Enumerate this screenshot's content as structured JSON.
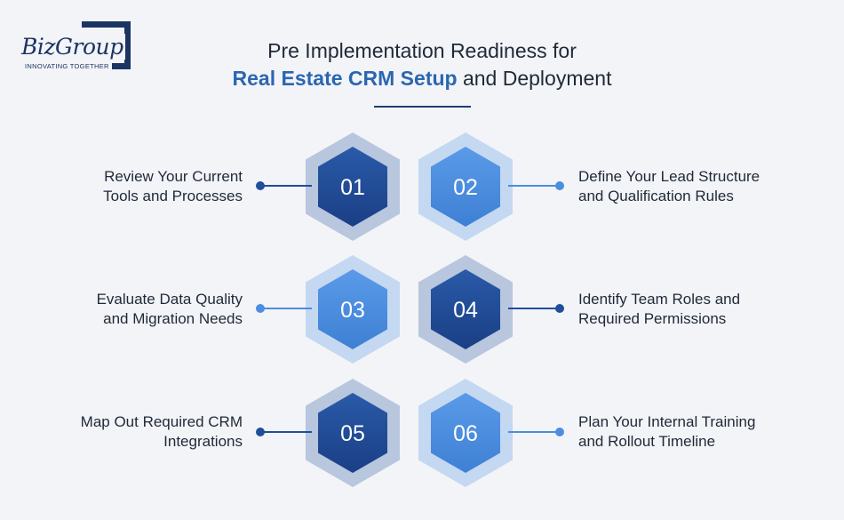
{
  "logo": {
    "wordmark": "BizGroup",
    "tagline": "INNOVATING TOGETHER"
  },
  "title": {
    "line1": "Pre Implementation Readiness for",
    "line2_highlight": "Real Estate CRM Setup",
    "line2_rest": " and Deployment"
  },
  "colors": {
    "dark_blue": "#1f4e9a",
    "light_blue": "#4a8ee0",
    "title_accent": "#2b66b1",
    "text": "#1f2937"
  },
  "steps": [
    {
      "number": "01",
      "shade": "dark",
      "side": "left",
      "line1": "Review Your Current",
      "line2": "Tools and Processes"
    },
    {
      "number": "02",
      "shade": "light",
      "side": "right",
      "line1": "Define Your Lead Structure",
      "line2": "and Qualification Rules"
    },
    {
      "number": "03",
      "shade": "light",
      "side": "left",
      "line1": "Evaluate Data Quality",
      "line2": "and Migration Needs"
    },
    {
      "number": "04",
      "shade": "dark",
      "side": "right",
      "line1": "Identify Team Roles and",
      "line2": "Required Permissions"
    },
    {
      "number": "05",
      "shade": "dark",
      "side": "left",
      "line1": "Map Out Required CRM",
      "line2": "Integrations"
    },
    {
      "number": "06",
      "shade": "light",
      "side": "right",
      "line1": "Plan Your Internal Training",
      "line2": "and Rollout Timeline"
    }
  ]
}
